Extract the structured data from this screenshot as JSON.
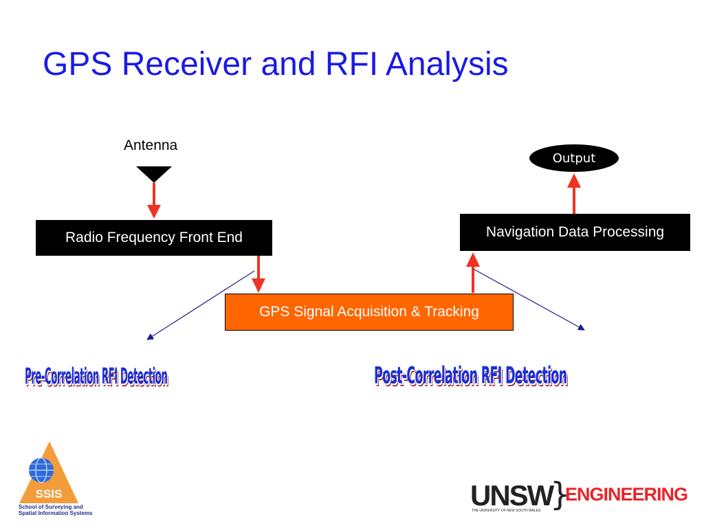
{
  "title": "GPS Receiver and RFI Analysis",
  "diagram": {
    "antenna_label": "Antenna",
    "rf_front_end": "Radio Frequency Front End",
    "nav_processing": "Navigation Data Processing",
    "acquisition_tracking": "GPS Signal Acquisition & Tracking",
    "output": "Output",
    "pre_correlation": "Pre-Correlation RFI Detection",
    "post_correlation": "Post-Correlation RFI Detection"
  },
  "logos": {
    "ssis_letters": "SSIS",
    "ssis_caption_line1": "School of Surveying and",
    "ssis_caption_line2": "Spatial Information Systems",
    "unsw_text": "UNSW",
    "unsw_subtext": "THE UNIVERSITY OF NEW SOUTH WALES",
    "engineering_text": "ENGINEERING"
  },
  "colors": {
    "title": "#1a1ae6",
    "arrow": "#ee3322",
    "connector": "#1c1c8c",
    "box_black": "#000000",
    "box_orange": "#ff6600",
    "wordart_fill": "#1a2fd6",
    "engineering": "#e8252a"
  }
}
